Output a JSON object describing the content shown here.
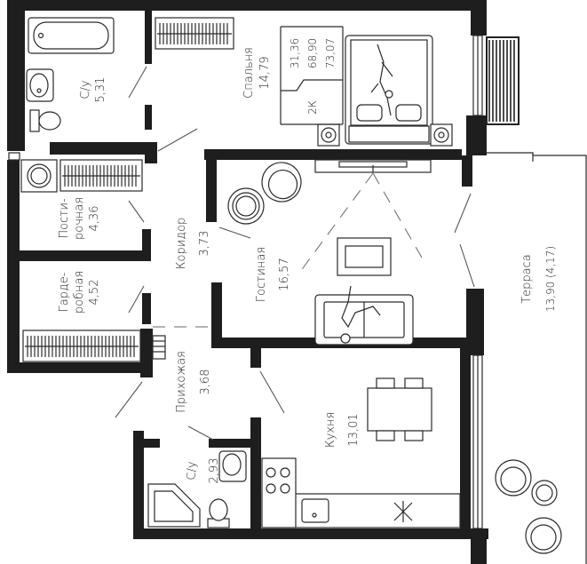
{
  "rooms": {
    "bathroom1": {
      "name": "С/у",
      "area": "5,31"
    },
    "bedroom": {
      "name": "Спальня",
      "area": "14,79"
    },
    "laundry": {
      "name1": "Пости-",
      "name2": "рочная",
      "area": "4,36"
    },
    "wardrobe": {
      "name1": "Гарде-",
      "name2": "робная",
      "area": "4,52"
    },
    "corridor": {
      "name": "Коридор",
      "area": "3,73"
    },
    "living": {
      "name": "Гостиная",
      "area": "16,57"
    },
    "hall": {
      "name": "Прихожая",
      "area": "3,68"
    },
    "kitchen": {
      "name": "Кухня",
      "area": "13,01"
    },
    "bathroom2": {
      "name": "С/у",
      "area": "2,93"
    },
    "terrace": {
      "name": "Терраса",
      "area": "13,90 (4,17)"
    }
  },
  "summary": {
    "type": "2К",
    "area1": "31,36",
    "area2": "68,90",
    "area3": "73,07"
  }
}
